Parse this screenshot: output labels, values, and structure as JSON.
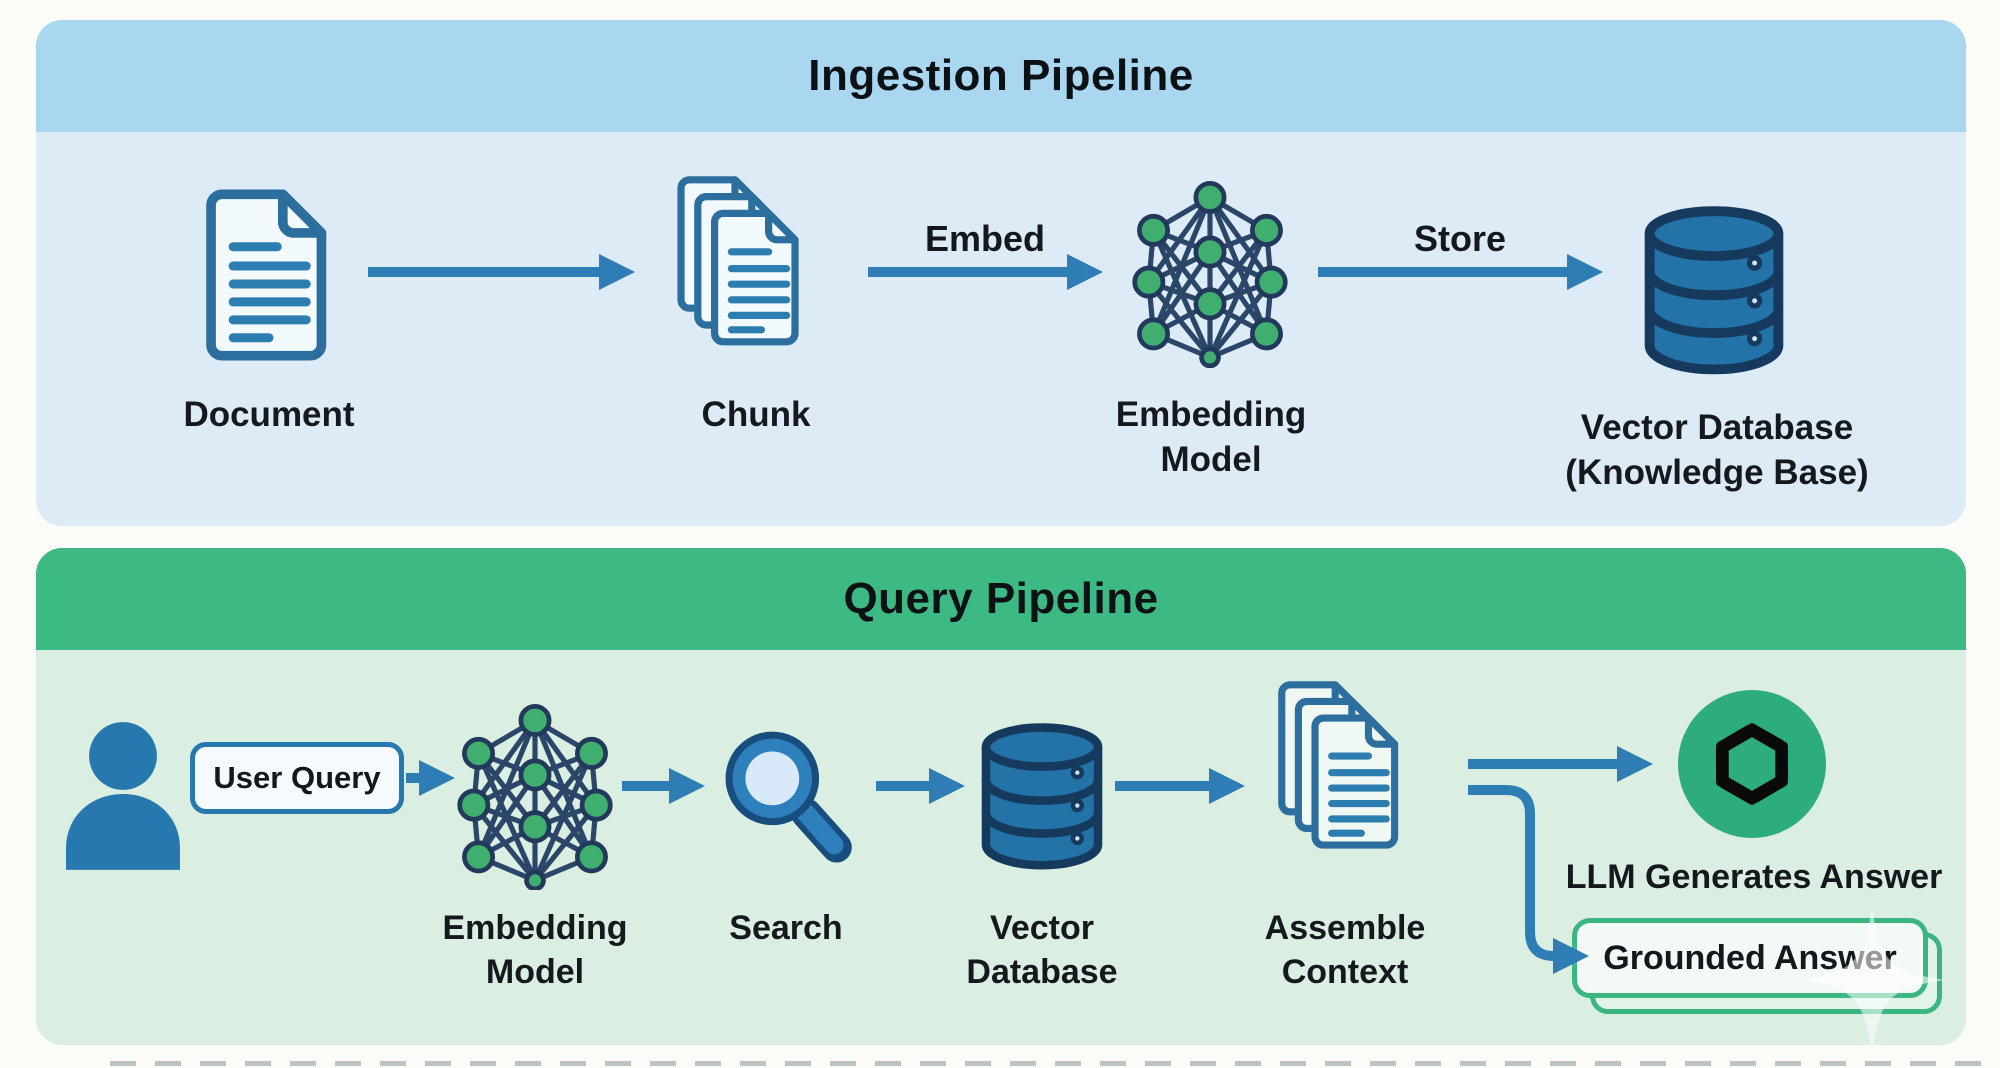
{
  "ingestion": {
    "title": "Ingestion Pipeline",
    "steps": [
      {
        "label": "Document",
        "icon": "document-icon"
      },
      {
        "label": "Chunk",
        "icon": "stacked-documents-icon"
      },
      {
        "label_line1": "Embedding",
        "label_line2": "Model",
        "icon": "neural-network-icon"
      },
      {
        "label_line1": "Vector Database",
        "label_line2": "(Knowledge Base)",
        "icon": "database-icon"
      }
    ],
    "arrow_labels": {
      "embed": "Embed",
      "store": "Store"
    }
  },
  "query": {
    "title": "Query Pipeline",
    "user_query_label": "User Query",
    "steps": [
      {
        "label_line1": "Embedding",
        "label_line2": "Model",
        "icon": "neural-network-icon"
      },
      {
        "label": "Search",
        "icon": "search-icon"
      },
      {
        "label_line1": "Vector",
        "label_line2": "Database",
        "icon": "database-icon"
      },
      {
        "label_line1": "Assemble",
        "label_line2": "Context",
        "icon": "stacked-documents-icon"
      }
    ],
    "llm_label": "LLM Generates Answer",
    "grounded_answer_label": "Grounded Answer"
  },
  "icons": {
    "user": "user-silhouette-icon",
    "llm": "openai-logo-icon",
    "watermark": "sparkle-watermark"
  },
  "colors": {
    "ingestion_header": "#a8d7ef",
    "ingestion_body": "#dcebf6",
    "query_header": "#3db984",
    "query_body": "#dbeee2",
    "arrow_blue": "#2e7eb5",
    "icon_stroke_blue": "#2c6e9e",
    "database_fill": "#2373a8",
    "node_green": "#3fae6f",
    "openai_green": "#2ead7c",
    "person_blue": "#2878b0",
    "grounded_border_green": "#3cb681"
  }
}
